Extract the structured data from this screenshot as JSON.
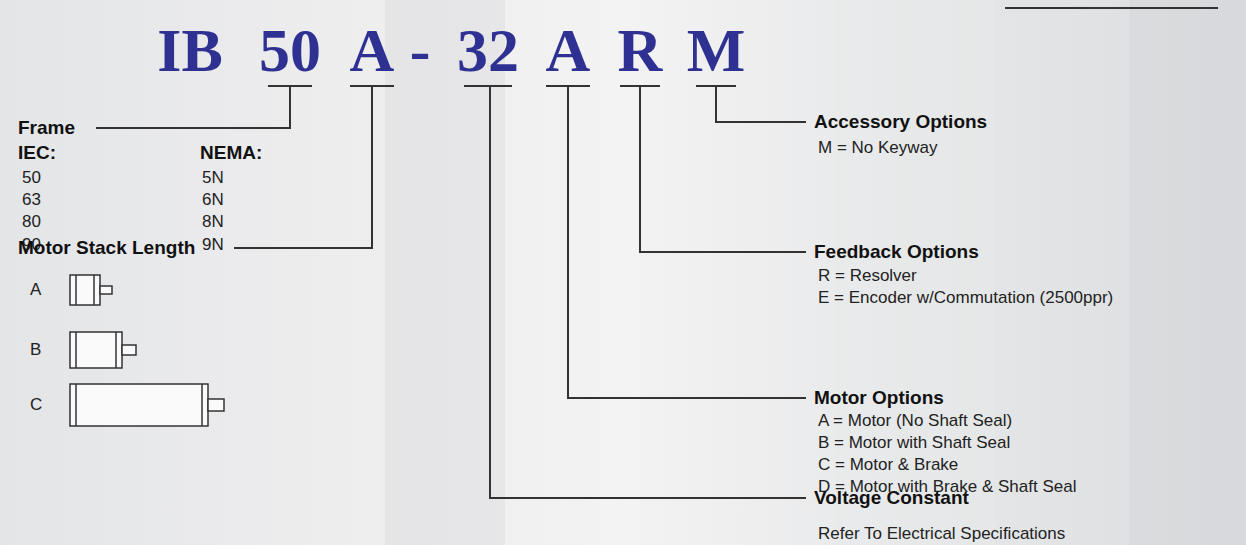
{
  "diagram": {
    "labels": [
      "IB",
      "50",
      "A",
      "-",
      "32",
      "A",
      "R",
      "M",
      "Frame",
      "IEC:",
      "NEMA:",
      "50",
      "5N",
      "63",
      "6N",
      "80",
      "8N",
      "90",
      "9N",
      "Motor Stack Length",
      "A",
      "B",
      "C",
      "Accessory Options",
      "M = No Keyway",
      "Feedback Options",
      "R = Resolver",
      "E = Encoder w/Commutation (2500ppr)",
      "Motor Options",
      "A = Motor (No Shaft Seal)",
      "B = Motor with Shaft Seal",
      "C = Motor & Brake",
      "D = Motor with Brake & Shaft Seal",
      "Voltage Constant",
      "Refer To Electrical Specifications"
    ]
  }
}
